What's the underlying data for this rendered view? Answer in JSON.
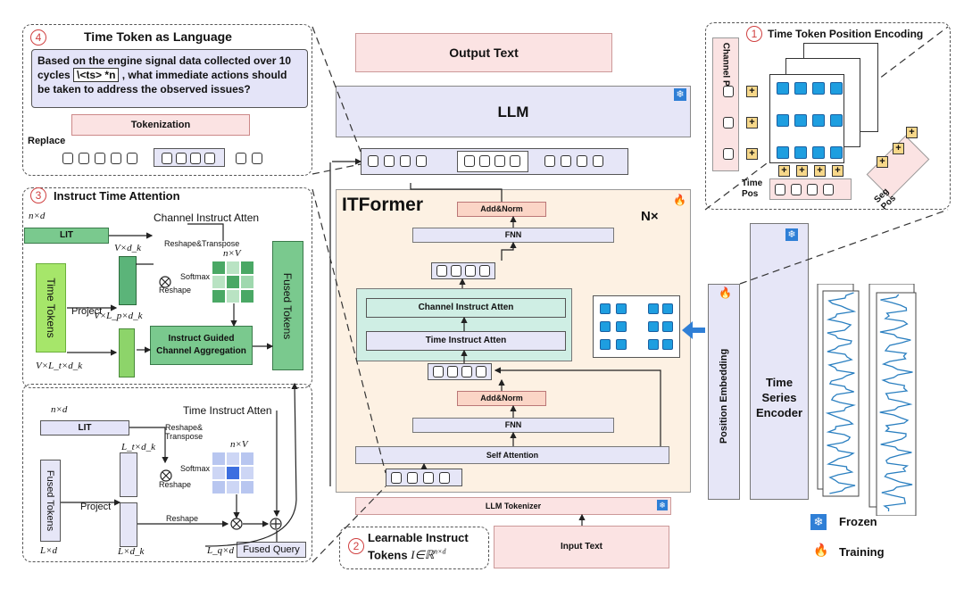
{
  "panel4": {
    "number": "4",
    "title": "Time Token as Language",
    "question_pre": "Based on the engine signal data collected over 10 cycles",
    "question_token": "\\<ts> *n",
    "question_post": ", what immediate actions should be taken to address the observed issues?",
    "tokenization": "Tokenization",
    "replace": "Replace"
  },
  "panel3": {
    "number": "3",
    "title": "Instruct Time Attention",
    "nxd": "n×d",
    "channel_atten": "Channel Instruct Atten",
    "lit": "LIT",
    "vxdk": "V×d_k",
    "reshape_transpose": "Reshape&Transpose",
    "nxv": "n×V",
    "softmax": "Softmax",
    "reshape": "Reshape",
    "time_tokens": "Time Tokens",
    "project": "Project",
    "vxlpxdk": "V×L_p×d_k",
    "igca": "Instruct Guided Channel Aggregation",
    "fused_tokens": "Fused Tokens",
    "vxlxd": "V×L_t×d_k"
  },
  "panel_time_atten": {
    "nxd": "n×d",
    "title": "Time Instruct Atten",
    "lit": "LIT",
    "reshape_transpose": "Reshape& Transpose",
    "lxdk": "L_t×d_k",
    "nxv": "n×V",
    "softmax": "Softmax",
    "reshape": "Reshape",
    "fused_tokens": "Fused Tokens",
    "project": "Project",
    "reshape2": "Reshape",
    "lxd": "L×d",
    "lxdk2": "L×d_k",
    "lqxd": "L_q×d",
    "fused_query": "Fused Query"
  },
  "center": {
    "output_text": "Output Text",
    "llm": "LLM",
    "itformer": "ITFormer",
    "nx": "N×",
    "add_norm_top": "Add&Norm",
    "fnn_top": "FNN",
    "channel_instruct": "Channel Instruct Atten",
    "time_instruct": "Time Instruct Atten",
    "add_norm_bot": "Add&Norm",
    "fnn_bot": "FNN",
    "self_attention": "Self Attention",
    "llm_tokenizer": "LLM Tokenizer",
    "input_text": "Input Text",
    "panel2_number": "2",
    "learnable": "Learnable Instruct",
    "tokens": "Tokens",
    "tokens_math": "I∈ℝ",
    "tokens_sup": "n×d"
  },
  "panel1": {
    "number": "1",
    "title": "Time Token Position Encoding",
    "channel_pos": "Channel Pos",
    "time_pos": "Time Pos",
    "seg_pos": "Seg Pos"
  },
  "right": {
    "position_embedding": "Position Embedding",
    "encoder": "Time Series Encoder"
  },
  "legend": {
    "frozen": "Frozen",
    "training": "Training"
  },
  "colors": {
    "pink": "#fbe3e3",
    "lavender": "#e6e6f7",
    "teal": "#cfeee4",
    "green": "#7ac98e",
    "blue": "#1e9ee0",
    "orange_bg": "#fdf1e3",
    "snow": "#2f7fd6",
    "flame": "#e8452c"
  }
}
